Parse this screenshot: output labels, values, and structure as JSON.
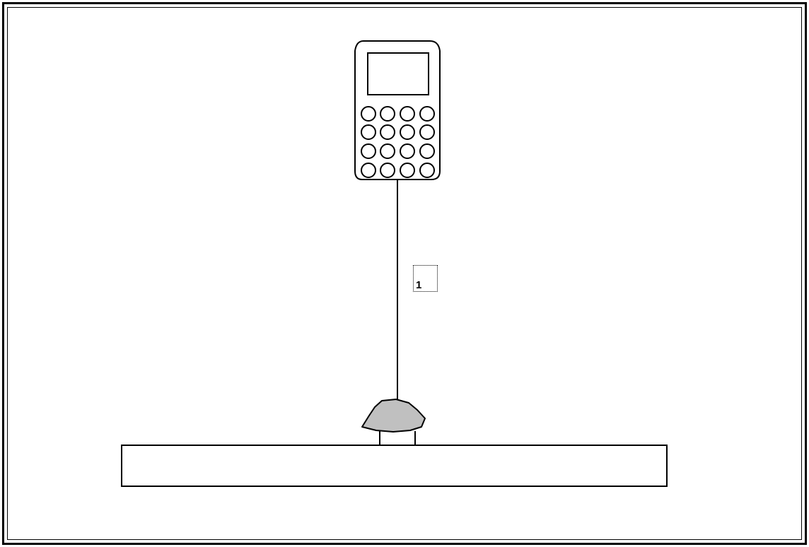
{
  "diagram": {
    "callouts": [
      {
        "label": "1"
      }
    ],
    "colors": {
      "line": "#000000",
      "connector_fill": "#c0c0c0",
      "background": "#ffffff"
    },
    "parts": {
      "device": "handheld-keypad-device",
      "connector": "connector-plug",
      "base": "mounting-bar"
    }
  }
}
